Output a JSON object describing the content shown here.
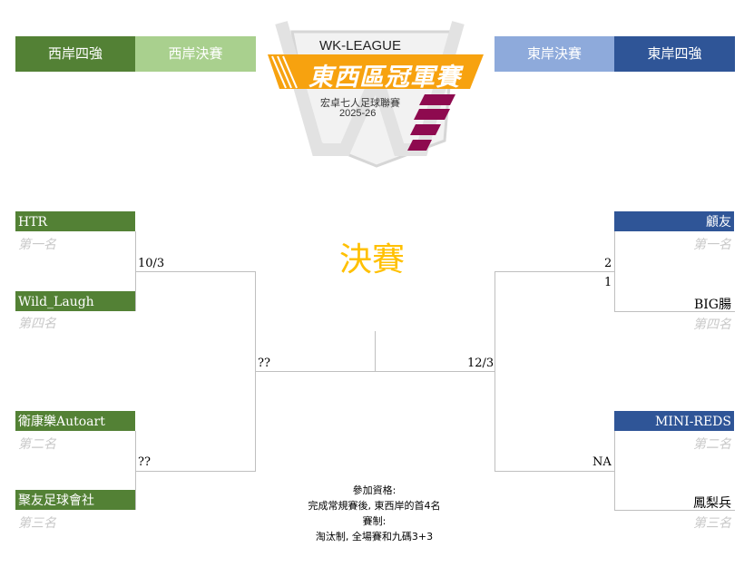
{
  "header": {
    "west_semis": "西岸四強",
    "west_final": "西岸決賽",
    "east_final": "東岸決賽",
    "east_semis": "東岸四強"
  },
  "logo": {
    "league": "WK-LEAGUE",
    "title": "東西區冠軍賽",
    "subtitle": "宏卓七人足球聯賽",
    "season": "2025-26"
  },
  "final_title": "決賽",
  "west": {
    "match1": {
      "team_a": "HTR",
      "rank_a": "第一名",
      "team_b": "Wild_Laugh",
      "rank_b": "第四名",
      "date": "10/3"
    },
    "match2": {
      "team_a": "衛康樂Autoart",
      "rank_a": "第二名",
      "team_b": "聚友足球會社",
      "rank_b": "第三名",
      "date": "??"
    },
    "final_score": "??"
  },
  "east": {
    "match1": {
      "team_a": "顧友",
      "rank_a": "第一名",
      "score_a": "2",
      "score_b": "1",
      "team_b": "BIG腸",
      "rank_b": "第四名"
    },
    "match2": {
      "team_a": "MINI-REDS",
      "rank_a": "第二名",
      "team_b": "鳳梨兵",
      "rank_b": "第三名",
      "score": "NA"
    },
    "final_date": "12/3"
  },
  "notes": [
    "參加資格:",
    "完成常規賽後, 東西岸的首4名",
    "賽制:",
    "淘汰制, 全場賽和九碼3+3"
  ],
  "colors": {
    "west_dark": "#538135",
    "west_light": "#a9d08e",
    "east_light": "#8eaadb",
    "east_dark": "#2f5597",
    "final": "#ffc000"
  }
}
